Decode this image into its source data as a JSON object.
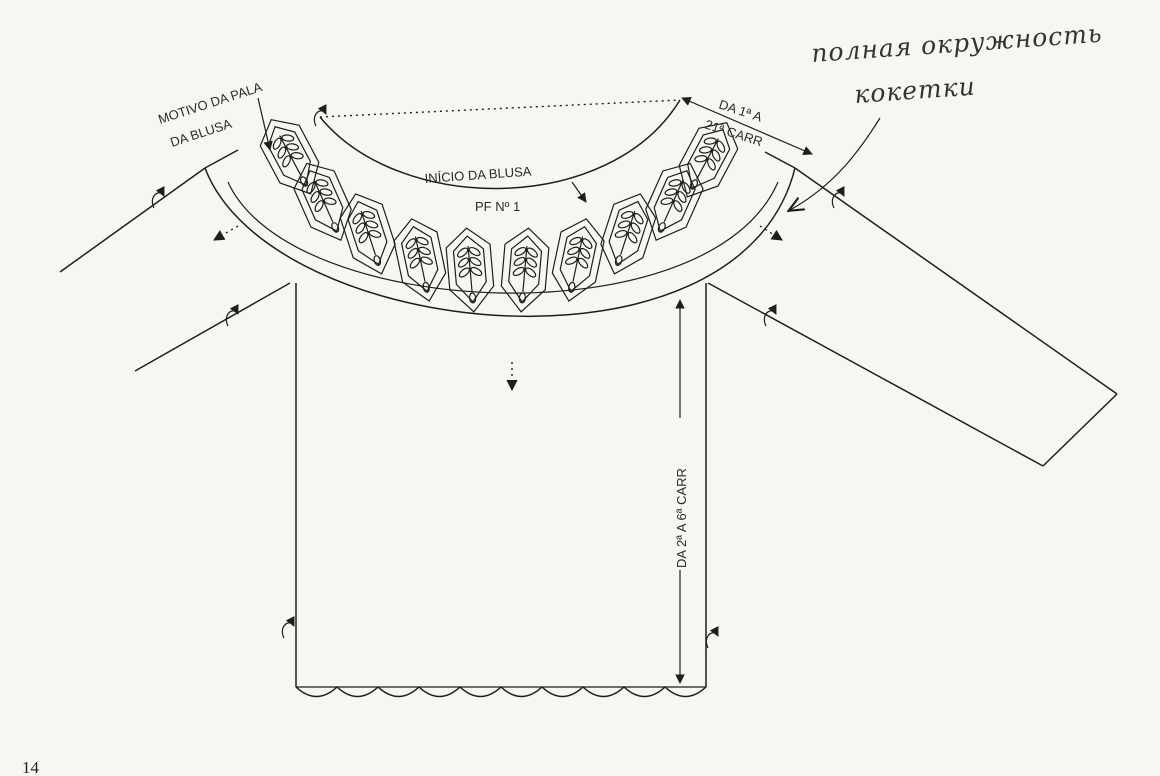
{
  "labels": {
    "yoke_motif_line1": "MOTIVO DA PALA",
    "yoke_motif_line2": "DA BLUSA",
    "blouse_start_line1": "INÍCIO DA BLUSA",
    "blouse_start_line2": "PF Nº 1",
    "yoke_rows_line1": "DA 1ª A",
    "yoke_rows_line2": "21ª CARR",
    "body_rows": "DA 2ª A 6ª CARR"
  },
  "handwritten": {
    "line1": "полная окружность",
    "line2": "кокетки"
  },
  "page_number": "14",
  "colors": {
    "ink": "#1e1e1e",
    "paper": "#f7f6f3"
  },
  "icons": [
    "turn-arrow-icon",
    "dotted-direction-arrow-icon",
    "leaf-motif-icon",
    "scallop-edge"
  ]
}
